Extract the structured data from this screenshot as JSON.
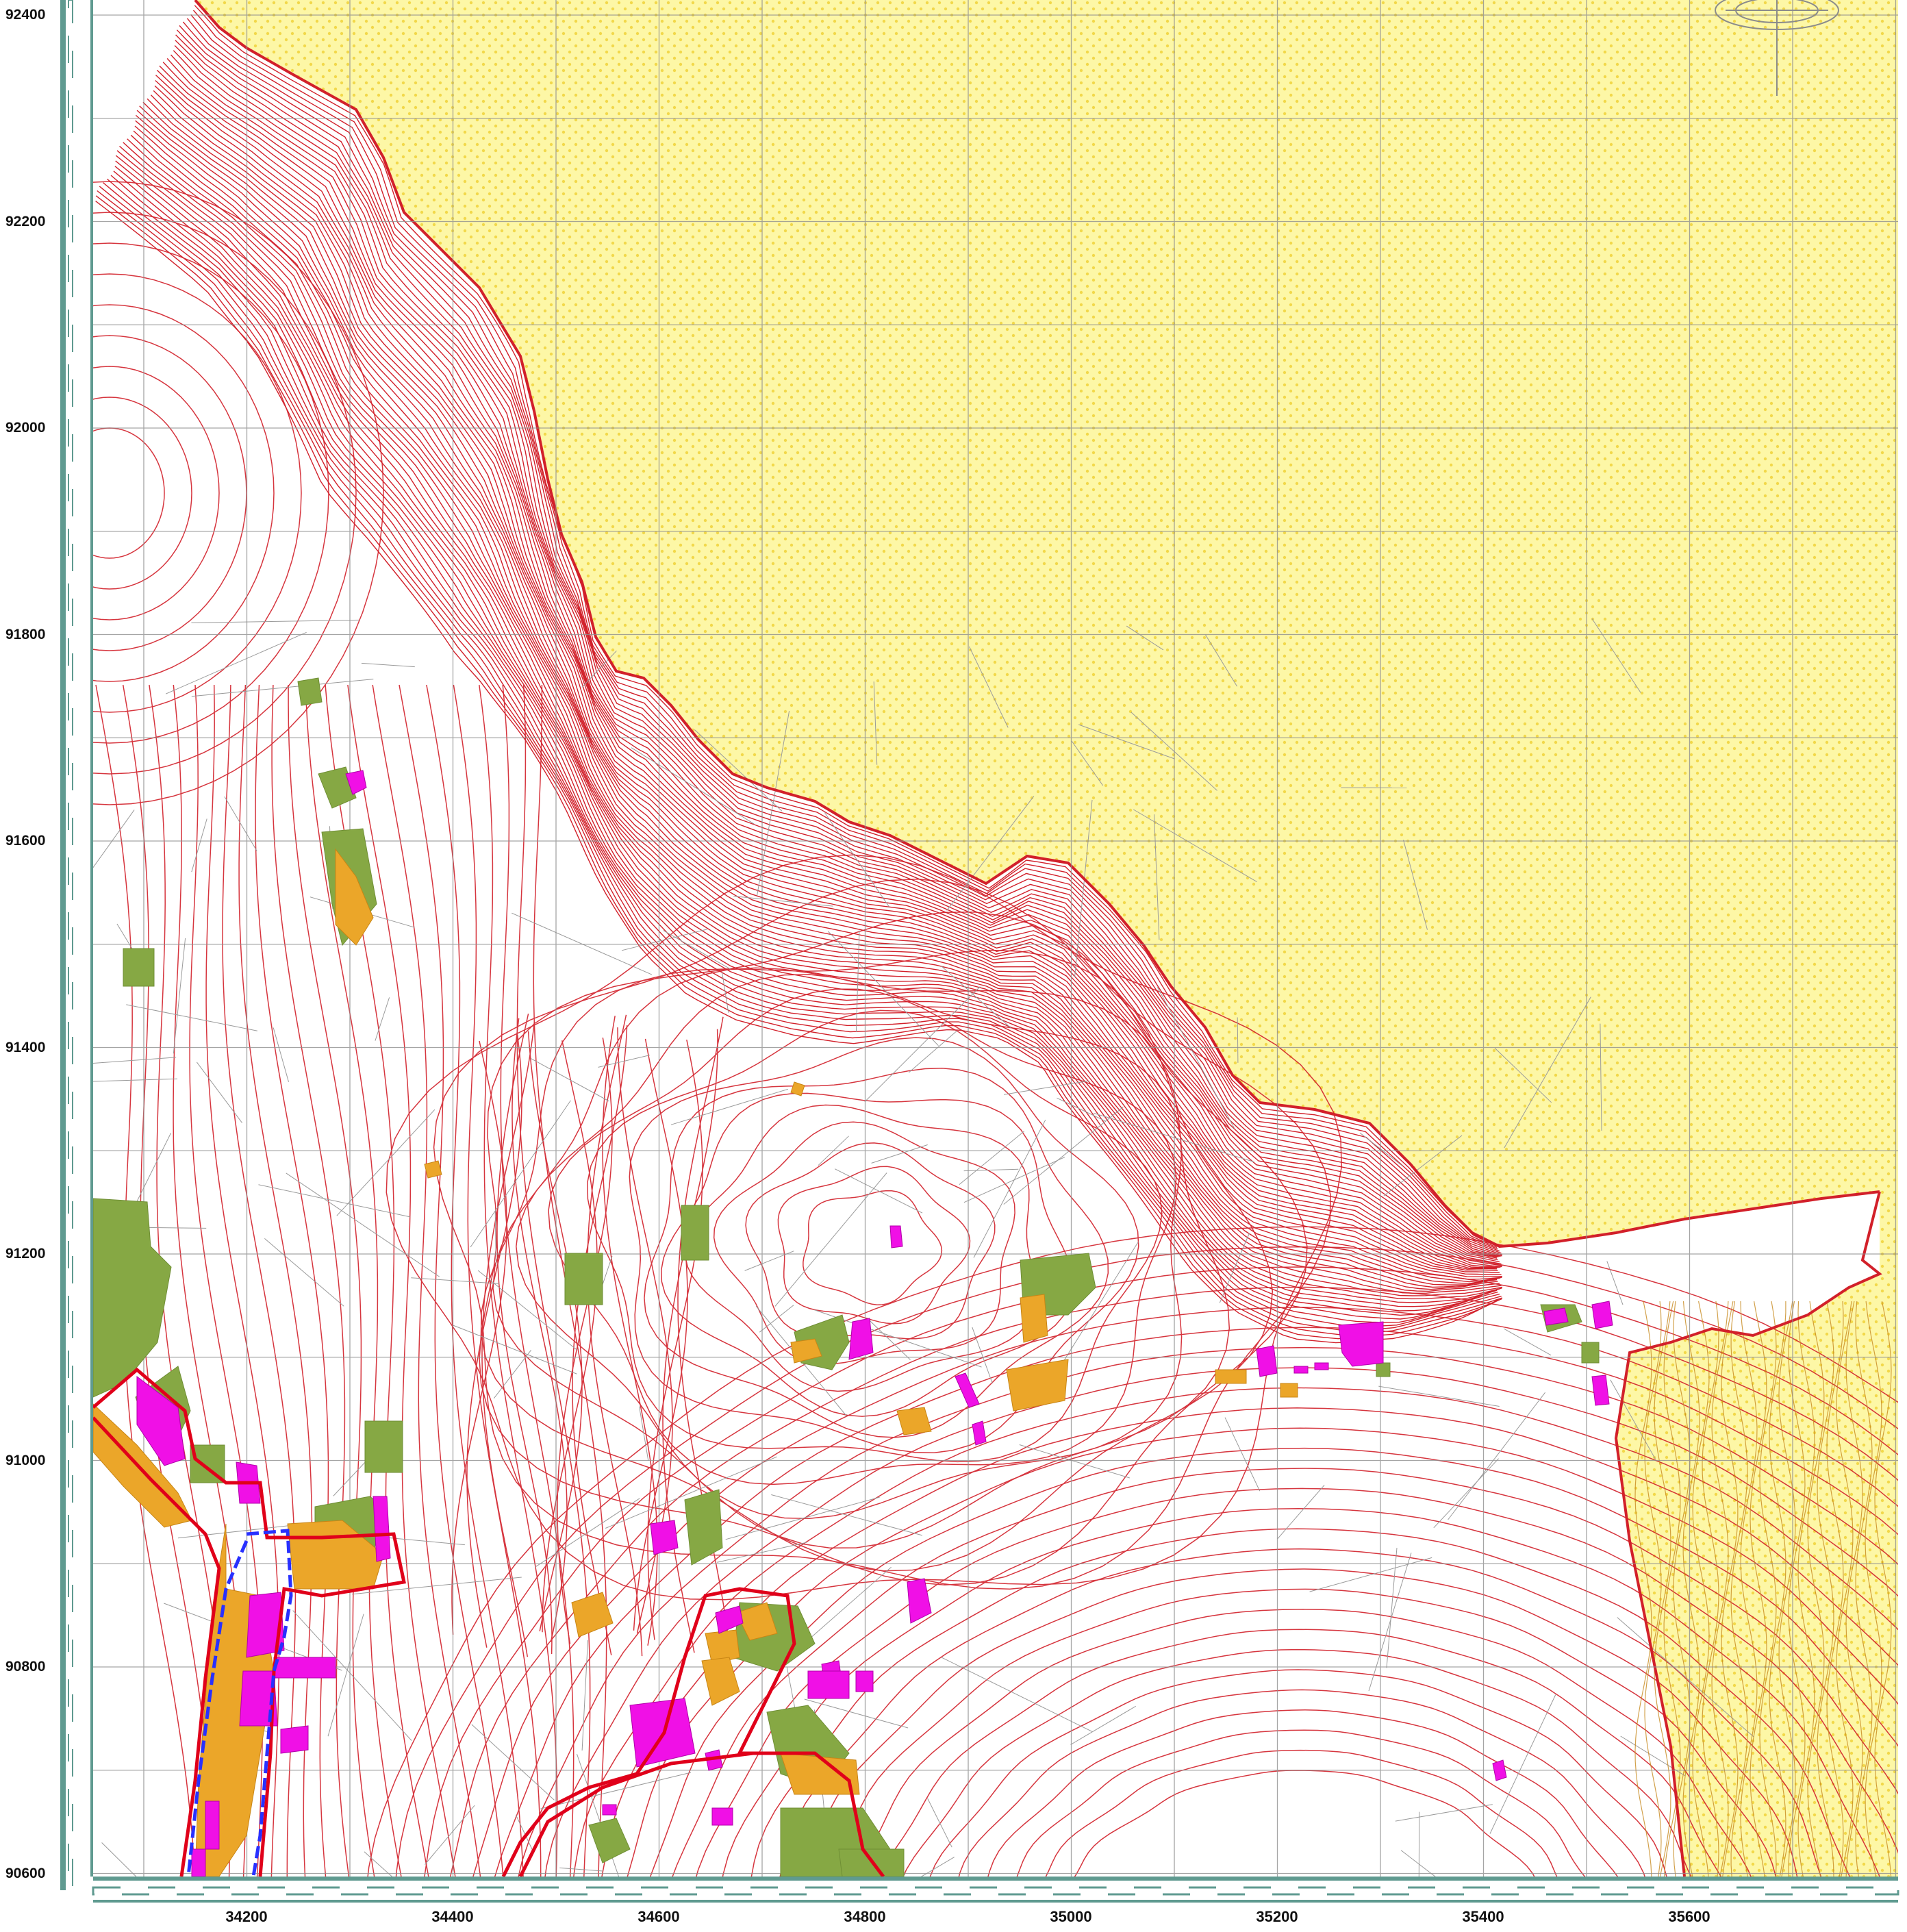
{
  "map": {
    "y_axis_labels": [
      "92400",
      "92200",
      "92000",
      "91800",
      "91600",
      "91400",
      "91200",
      "91000",
      "90800",
      "90600"
    ],
    "x_axis_labels": [
      "34200",
      "34400",
      "34600",
      "34800",
      "35000",
      "35200",
      "35400",
      "35600"
    ],
    "colors": {
      "sea": "#fdf7a6",
      "sea_dots": "#f2d84a",
      "contour": "#d2202a",
      "grid": "#9a9a9a",
      "frame": "#5f9a90",
      "green_zone": "#86a844",
      "orange_zone": "#eba629",
      "magenta_building": "#f010e6",
      "red_boundary": "#e0001a",
      "blue_boundary": "#2830ff"
    },
    "icons": [
      "north-arrow-icon"
    ]
  }
}
